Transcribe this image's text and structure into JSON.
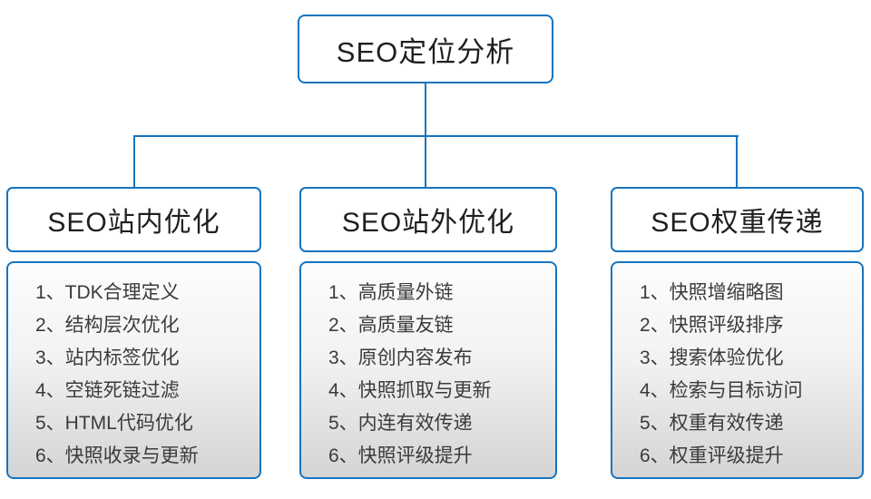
{
  "diagram": {
    "root": {
      "title": "SEO定位分析"
    },
    "columns": [
      {
        "title": "SEO站内优化",
        "items": [
          "1、TDK合理定义",
          "2、结构层次优化",
          "3、站内标签优化",
          "4、空链死链过滤",
          "5、HTML代码优化",
          "6、快照收录与更新"
        ]
      },
      {
        "title": "SEO站外优化",
        "items": [
          "1、高质量外链",
          "2、高质量友链",
          "3、原创内容发布",
          "4、快照抓取与更新",
          "5、内连有效传递",
          "6、快照评级提升"
        ]
      },
      {
        "title": "SEO权重传递",
        "items": [
          "1、快照增缩略图",
          "2、快照评级排序",
          "3、搜索体验优化",
          "4、检索与目标访问",
          "5、权重有效传递",
          "6、权重评级提升"
        ]
      }
    ],
    "colors": {
      "line_blue": "#1574c0",
      "border_blue": "#1574c0",
      "heading_text": "#1f1f1f",
      "item_text": "#3b3b3b",
      "body_gradient_top": "#fdfdfd",
      "body_gradient_bottom": "#d4d4d4"
    }
  }
}
